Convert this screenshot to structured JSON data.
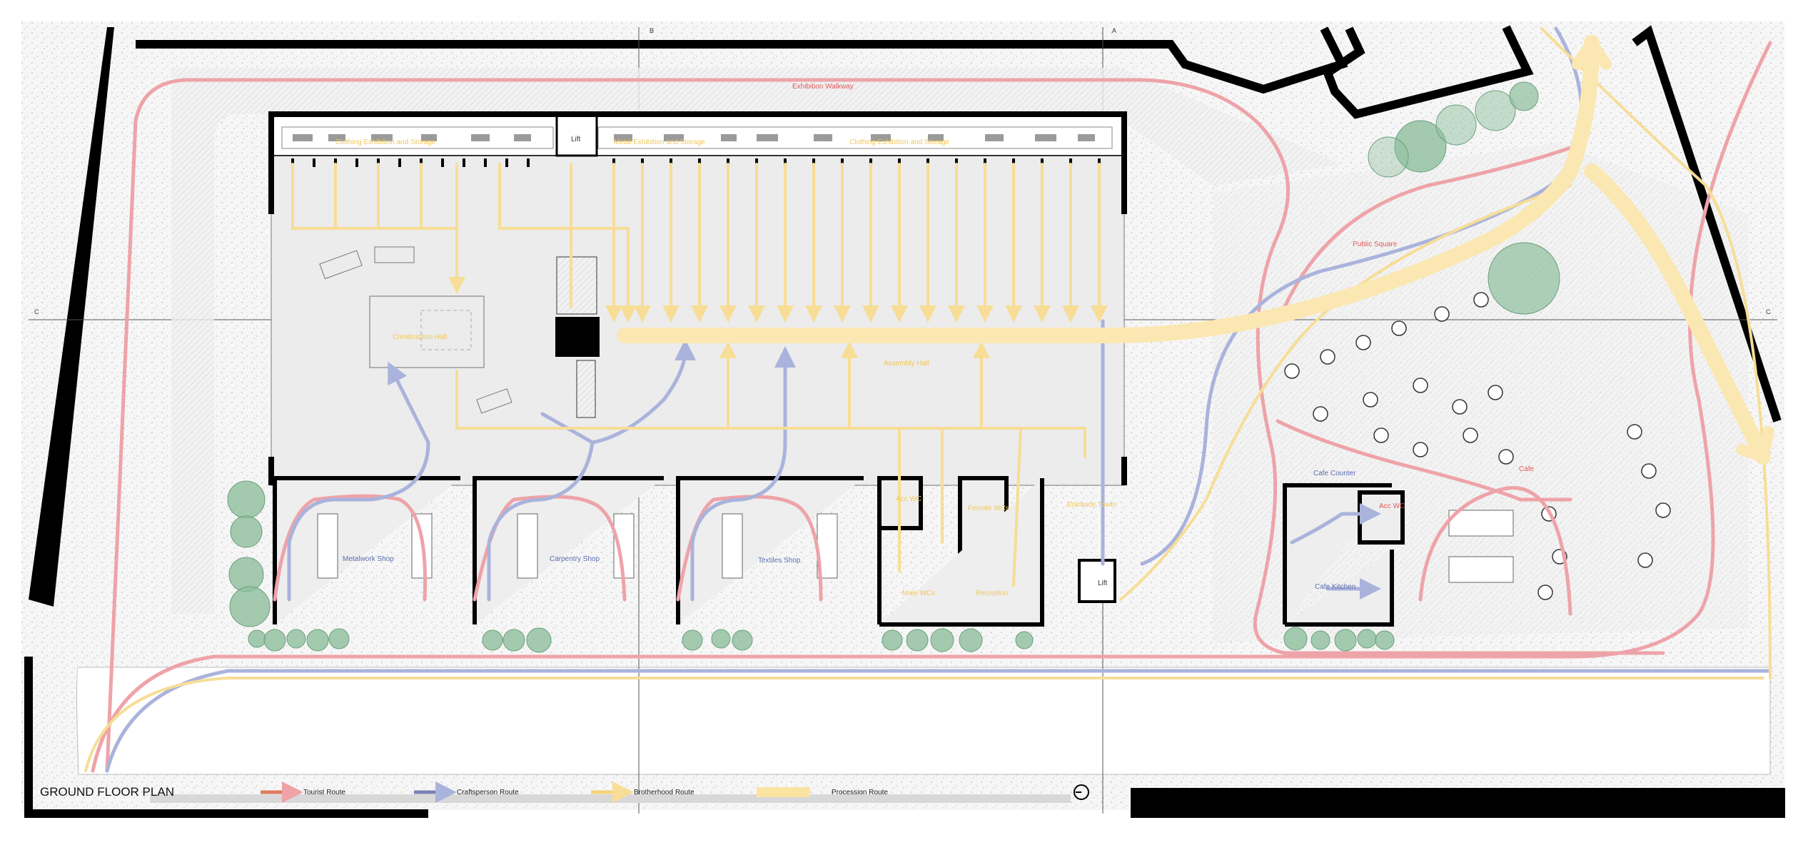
{
  "plan": {
    "title": "GROUND FLOOR PLAN",
    "grid_markers": {
      "a": "A",
      "b": "B",
      "c": "C"
    },
    "rooms": {
      "exhibition_walkway": "Exhibition Walkway",
      "storage_left": "Clothing Exhibition and Storage",
      "storage_mid": "Metal Exhibition and Storage",
      "storage_right": "Clothing Exhibition and Storage",
      "lift_top": "Lift",
      "construction_hall": "Construction Hall",
      "assembly_hall": "Assembly Hall",
      "metalwork_shop": "Metalwork Shop",
      "carpentry_shop": "Carpentry Shop",
      "textiles_shop": "Textiles Shop",
      "acc_wc_left": "Acc WC",
      "female_wcs": "Female WCs",
      "male_wcs": "Male WCs",
      "reception": "Reception",
      "entrance_tower": "Entrance Tower",
      "lift_bottom": "Lift",
      "public_square": "Public Square",
      "cafe_counter": "Cafe Counter",
      "acc_wc_right": "Acc WC",
      "cafe_kitchen": "Cafe Kitchen",
      "cafe": "Cafe"
    },
    "legend": [
      {
        "label": "Tourist Route",
        "color": "#e07a5f"
      },
      {
        "label": "Craftsperson Route",
        "color": "#7b7fb5"
      },
      {
        "label": "Brotherhood Route",
        "color": "#f5d27a"
      },
      {
        "label": "Procession Route",
        "color": "#fbe3a1"
      }
    ],
    "colors": {
      "tourist": "#eea3a8",
      "craftsperson": "#a9b3dc",
      "brotherhood": "#f7dd96",
      "procession": "#fbe7b2",
      "tree": "#8fbf9e",
      "wall": "#000000"
    }
  }
}
